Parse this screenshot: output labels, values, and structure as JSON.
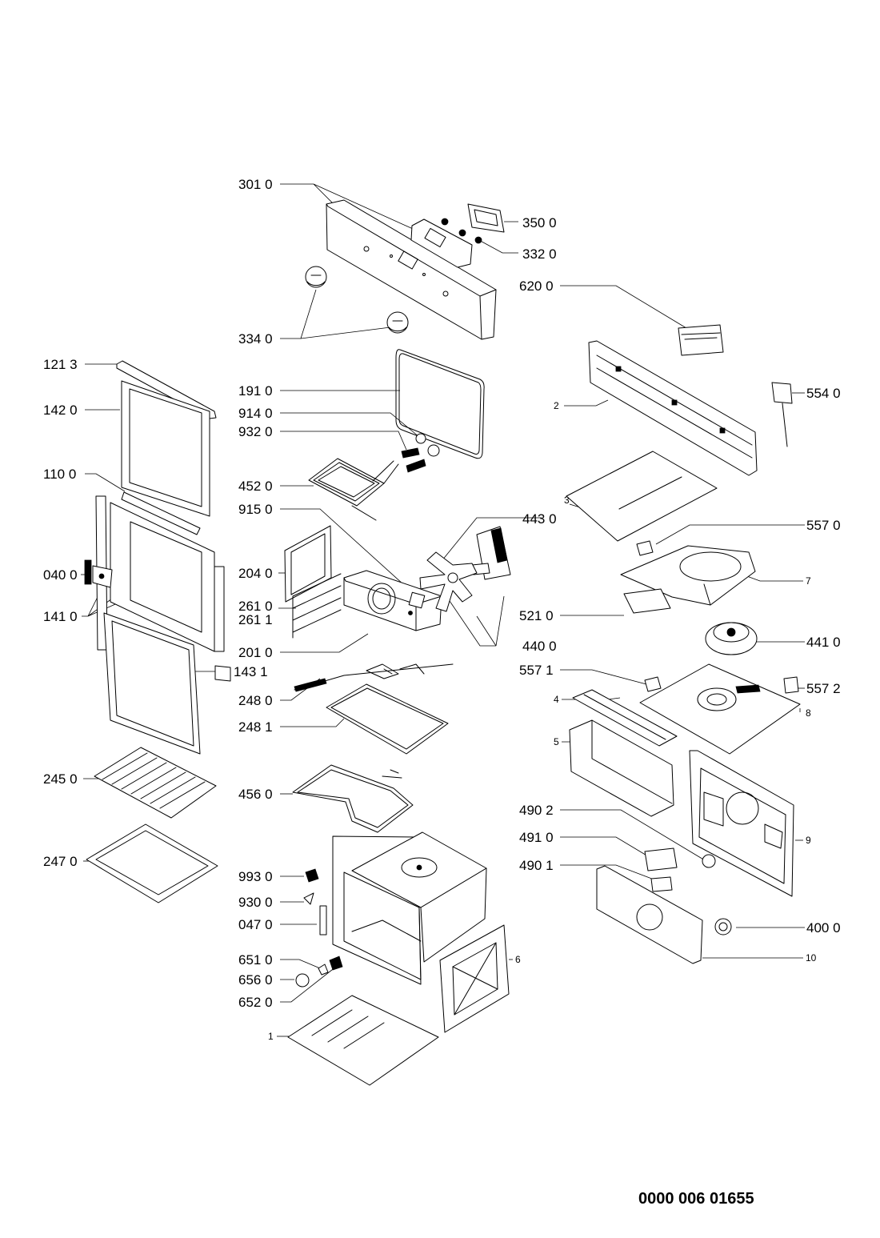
{
  "diagram": {
    "document_number": "0000 006 01655",
    "labels": [
      {
        "id": "301-0",
        "text": "301 0"
      },
      {
        "id": "350-0",
        "text": "350 0"
      },
      {
        "id": "332-0",
        "text": "332 0"
      },
      {
        "id": "620-0",
        "text": "620 0"
      },
      {
        "id": "334-0",
        "text": "334 0"
      },
      {
        "id": "121-3",
        "text": "121 3"
      },
      {
        "id": "191-0",
        "text": "191 0"
      },
      {
        "id": "142-0",
        "text": "142 0"
      },
      {
        "id": "914-0",
        "text": "914 0"
      },
      {
        "id": "932-0",
        "text": "932 0"
      },
      {
        "id": "554-0",
        "text": "554 0"
      },
      {
        "id": "2",
        "text": "2"
      },
      {
        "id": "110-0",
        "text": "110 0"
      },
      {
        "id": "452-0",
        "text": "452 0"
      },
      {
        "id": "915-0",
        "text": "915 0"
      },
      {
        "id": "3",
        "text": "3"
      },
      {
        "id": "443-0",
        "text": "443 0"
      },
      {
        "id": "557-0",
        "text": "557 0"
      },
      {
        "id": "040-0",
        "text": "040 0"
      },
      {
        "id": "204-0",
        "text": "204 0"
      },
      {
        "id": "7",
        "text": "7"
      },
      {
        "id": "141-0",
        "text": "141 0"
      },
      {
        "id": "261-0",
        "text": "261 0"
      },
      {
        "id": "261-1",
        "text": "261 1"
      },
      {
        "id": "521-0",
        "text": "521 0"
      },
      {
        "id": "201-0",
        "text": "201 0"
      },
      {
        "id": "440-0",
        "text": "440 0"
      },
      {
        "id": "441-0",
        "text": "441 0"
      },
      {
        "id": "143-1",
        "text": "143 1"
      },
      {
        "id": "557-1",
        "text": "557 1"
      },
      {
        "id": "557-2",
        "text": "557 2"
      },
      {
        "id": "248-0",
        "text": "248 0"
      },
      {
        "id": "4",
        "text": "4"
      },
      {
        "id": "8",
        "text": "8"
      },
      {
        "id": "248-1",
        "text": "248 1"
      },
      {
        "id": "5",
        "text": "5"
      },
      {
        "id": "245-0",
        "text": "245 0"
      },
      {
        "id": "456-0",
        "text": "456 0"
      },
      {
        "id": "490-2",
        "text": "490 2"
      },
      {
        "id": "9",
        "text": "9"
      },
      {
        "id": "491-0",
        "text": "491 0"
      },
      {
        "id": "247-0",
        "text": "247 0"
      },
      {
        "id": "490-1",
        "text": "490 1"
      },
      {
        "id": "993-0",
        "text": "993 0"
      },
      {
        "id": "930-0",
        "text": "930 0"
      },
      {
        "id": "047-0",
        "text": "047 0"
      },
      {
        "id": "400-0",
        "text": "400 0"
      },
      {
        "id": "651-0",
        "text": "651 0"
      },
      {
        "id": "6",
        "text": "6"
      },
      {
        "id": "10",
        "text": "10"
      },
      {
        "id": "656-0",
        "text": "656 0"
      },
      {
        "id": "652-0",
        "text": "652 0"
      },
      {
        "id": "1",
        "text": "1"
      }
    ]
  }
}
